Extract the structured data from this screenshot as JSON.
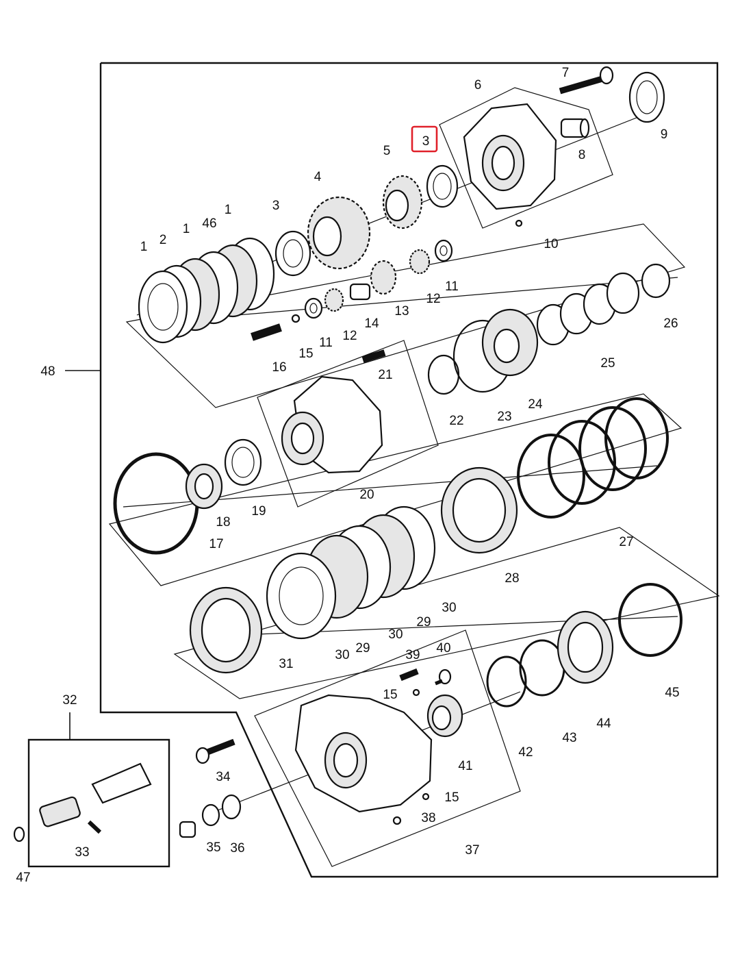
{
  "labels": [
    {
      "id": "7"
    },
    {
      "id": "6"
    },
    {
      "id": "3",
      "highlighted": true
    },
    {
      "id": "9"
    },
    {
      "id": "8"
    },
    {
      "id": "5"
    },
    {
      "id": "4"
    },
    {
      "id": "3"
    },
    {
      "id": "10"
    },
    {
      "id": "1"
    },
    {
      "id": "46"
    },
    {
      "id": "1"
    },
    {
      "id": "2"
    },
    {
      "id": "1"
    },
    {
      "id": "11"
    },
    {
      "id": "12"
    },
    {
      "id": "13"
    },
    {
      "id": "14"
    },
    {
      "id": "12"
    },
    {
      "id": "11"
    },
    {
      "id": "15"
    },
    {
      "id": "16"
    },
    {
      "id": "21"
    },
    {
      "id": "26"
    },
    {
      "id": "25"
    },
    {
      "id": "24"
    },
    {
      "id": "23"
    },
    {
      "id": "22"
    },
    {
      "id": "48"
    },
    {
      "id": "20"
    },
    {
      "id": "19"
    },
    {
      "id": "18"
    },
    {
      "id": "17"
    },
    {
      "id": "27"
    },
    {
      "id": "28"
    },
    {
      "id": "30"
    },
    {
      "id": "29"
    },
    {
      "id": "30"
    },
    {
      "id": "29"
    },
    {
      "id": "30"
    },
    {
      "id": "31"
    },
    {
      "id": "39"
    },
    {
      "id": "40"
    },
    {
      "id": "15"
    },
    {
      "id": "45"
    },
    {
      "id": "44"
    },
    {
      "id": "43"
    },
    {
      "id": "42"
    },
    {
      "id": "41"
    },
    {
      "id": "32"
    },
    {
      "id": "34"
    },
    {
      "id": "15"
    },
    {
      "id": "38"
    },
    {
      "id": "33"
    },
    {
      "id": "35"
    },
    {
      "id": "36"
    },
    {
      "id": "37"
    },
    {
      "id": "47"
    }
  ],
  "colors": {
    "highlight": "#e0202a",
    "line": "#111111"
  }
}
